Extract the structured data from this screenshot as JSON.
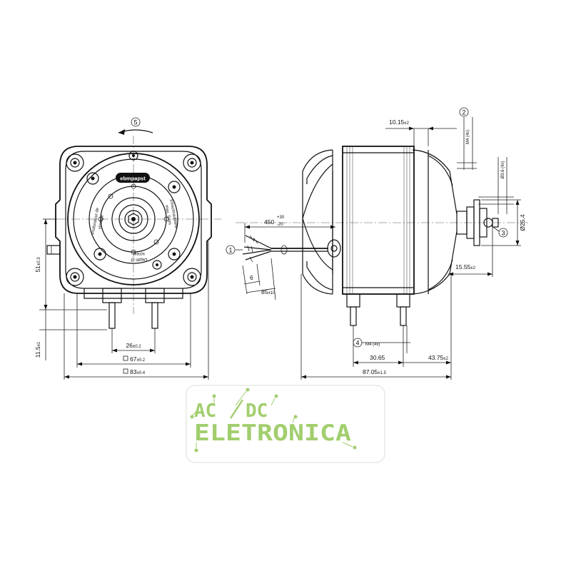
{
  "front_view": {
    "brand": "ebmpapst",
    "rotation_marker": "5",
    "left_engraving": [
      "Profondeur de",
      "vissage"
    ],
    "right_engraving": [
      "Einschraubtiefe",
      "max. 5mm"
    ],
    "bottom_engraving": [
      "Depth of",
      "screw"
    ],
    "dims": {
      "height_51": "51",
      "height_51_tol": "±0.3",
      "height_11_5": "11.5",
      "height_11_5_tol": "±1",
      "pin_spacing": "26",
      "pin_spacing_tol": "±0.2",
      "inner_square": "67",
      "inner_square_tol": "±0.2",
      "outer_square": "83",
      "outer_square_tol": "±0.4"
    }
  },
  "side_view": {
    "markers": {
      "cable": "1",
      "thread_top": "2",
      "shaft_part": "3",
      "thread_bottom": "4"
    },
    "dims": {
      "cable_length": "450",
      "cable_length_tol_top": "+30",
      "cable_length_tol_bottom": "-20",
      "strip_6": "6",
      "strip_85": "85",
      "strip_85_tol": "±10",
      "top_10_15": "10.15",
      "top_10_15_tol": "±2",
      "m4_top": "M4 (4x)",
      "hole_d": "Ø3.6 (4x)",
      "shaft_d": "Ø25.4",
      "right_15_55": "15.55",
      "right_15_55_tol": "±2",
      "m4_bottom": "M4 (4x)",
      "bottom_30_65": "30.65",
      "bottom_43_75": "43.75",
      "bottom_43_75_tol": "±2",
      "total_87_05": "87.05",
      "total_87_05_tol": "±1.5"
    }
  },
  "watermark": {
    "line1_left": "AC",
    "line1_right": "DC",
    "line2": "ELETRONICA",
    "color": "#8bc34a"
  }
}
